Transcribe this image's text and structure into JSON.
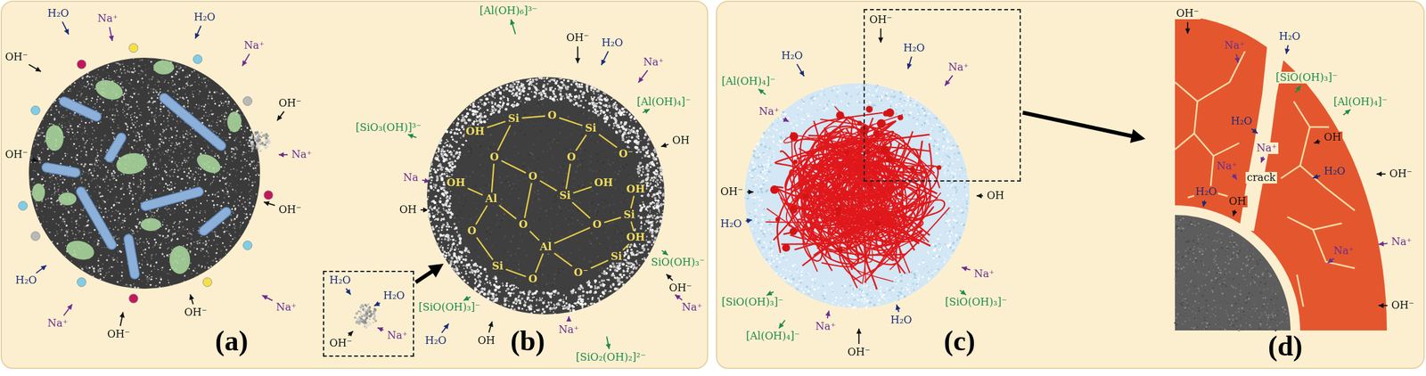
{
  "diagram": {
    "nodes": [
      {
        "text": [
          "H₂O",
          "H₂O",
          "OH⁻",
          "Na⁺"
        ]
      },
      {
        "text": [
          "OH",
          "Si",
          "O",
          "Si",
          "O⁻",
          "O",
          "O",
          "OH",
          "Al",
          "O",
          "Si",
          "OH",
          "O",
          "O",
          "Al",
          "O",
          "Si",
          "OH",
          "Si",
          "O",
          "O⁻",
          "Si",
          "OH"
        ]
      },
      {
        "text": [
          "OH⁻",
          "H₂O",
          "Na⁺"
        ]
      },
      {
        "text": [
          "OH⁻",
          "Na⁺",
          "H₂O",
          "[SiO(OH)₃]⁻",
          "[Al(OH)₄]⁻",
          "H₂O",
          "Na⁺",
          "Na⁺",
          "crack",
          "H₂O",
          "OH",
          "OH",
          "H₂O",
          "OH⁻",
          "Na⁺",
          "Na⁺",
          "OH⁻"
        ]
      }
    ],
    "edges": [
      {
        "from": 0,
        "to": 1,
        "arrow": "to"
      },
      {
        "from": 2,
        "to": 3,
        "arrow": "to"
      }
    ],
    "labels": [
      "H₂O",
      "Na⁺",
      "H₂O",
      "OH⁻",
      "Na⁺",
      "OH⁻",
      "Na⁺",
      "OH⁻",
      "OH⁻",
      "H₂O",
      "Na⁺",
      "OH⁻",
      "OH⁻",
      "Na⁺",
      "(a)",
      "[Al(OH)₆]³⁻",
      "OH⁻",
      "H₂O",
      "Na⁺",
      "[SiO₃(OH)]³⁻",
      "[Al(OH)₄]⁻",
      "Na",
      "OH",
      "OH",
      "SiO(OH)₃⁻",
      "OH⁻",
      "Na⁺",
      "[SiO(OH)₃]⁻",
      "H₂O",
      "OH",
      "(b)",
      "Na⁺",
      "[SiO₂(OH)₂]²⁻",
      "H₂O",
      "[Al(OH)₄]⁻",
      "Na⁺",
      "OH⁻",
      "H₂O",
      "[SiO(OH)₃]⁻",
      "[Al(OH)₄]⁻",
      "Na⁺",
      "OH⁻",
      "H₂O",
      "[SiO(OH)₃]⁻",
      "Na⁺",
      "OH",
      "(c)",
      "(d)"
    ]
  }
}
